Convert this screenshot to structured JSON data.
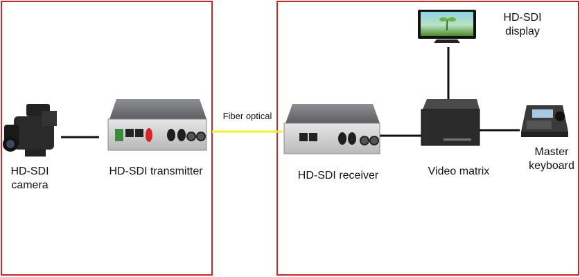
{
  "labels": {
    "camera": [
      "HD-SDI",
      "camera"
    ],
    "transmitter": "HD-SDI transmitter",
    "fiber": "Fiber optical",
    "receiver": "HD-SDI receiver",
    "matrix": "Video matrix",
    "display": [
      "HD-SDI",
      "display"
    ],
    "keyboard": [
      "Master",
      "keyboard"
    ]
  },
  "colors": {
    "frame": "#c0282d",
    "fiber_line": "#f2ee2a",
    "cable": "#111111"
  }
}
